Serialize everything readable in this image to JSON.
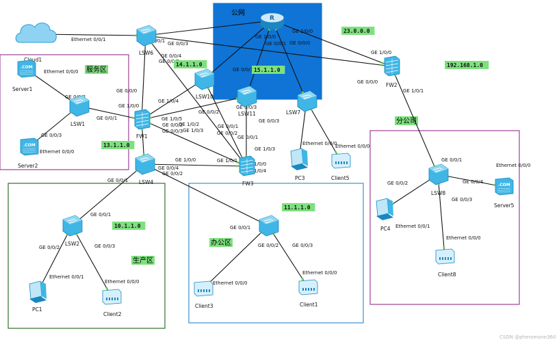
{
  "zones": [
    {
      "id": "internet",
      "label": "公网",
      "fill": "#0f74d6",
      "stroke": "#0f74d6"
    },
    {
      "id": "service",
      "label": "服务区",
      "fill": "none",
      "stroke": "#9c3f97"
    },
    {
      "id": "production",
      "label": "生产区",
      "fill": "none",
      "stroke": "#2f6e2f"
    },
    {
      "id": "office",
      "label": "办公区",
      "fill": "none",
      "stroke": "#3b8fd0"
    },
    {
      "id": "branch",
      "label": "分公司",
      "fill": "none",
      "stroke": "#9c3f97"
    }
  ],
  "subnets": [
    "23.0.0.0",
    "14.1.1.0",
    "15.1.1.0",
    "192.168.1.0",
    "13.1.1.0",
    "10.1.1.0",
    "11.1.1.0"
  ],
  "devices": [
    {
      "id": "cloud1",
      "label": "Cloud1",
      "type": "cloud"
    },
    {
      "id": "lsw6",
      "label": "LSW6",
      "type": "switch"
    },
    {
      "id": "router",
      "label": "",
      "type": "router"
    },
    {
      "id": "fw2",
      "label": "FW2",
      "type": "firewall"
    },
    {
      "id": "server1",
      "label": "Server1",
      "type": "server"
    },
    {
      "id": "lsw1",
      "label": "LSW1",
      "type": "switch"
    },
    {
      "id": "server2",
      "label": "Server2",
      "type": "server"
    },
    {
      "id": "fw1",
      "label": "FW1",
      "type": "firewall"
    },
    {
      "id": "lsw10",
      "label": "LSW10",
      "type": "switch"
    },
    {
      "id": "lsw11",
      "label": "LSW11",
      "type": "switch"
    },
    {
      "id": "lsw7",
      "label": "LSW7",
      "type": "switch"
    },
    {
      "id": "lsw4",
      "label": "LSW4",
      "type": "switch"
    },
    {
      "id": "fw3",
      "label": "FW3",
      "type": "firewall"
    },
    {
      "id": "pc3",
      "label": "PC3",
      "type": "pc"
    },
    {
      "id": "client5",
      "label": "Client5",
      "type": "client"
    },
    {
      "id": "lsw8",
      "label": "LSW8",
      "type": "switch"
    },
    {
      "id": "pc4",
      "label": "PC4",
      "type": "pc"
    },
    {
      "id": "server5",
      "label": "Server5",
      "type": "server"
    },
    {
      "id": "client8",
      "label": "Client8",
      "type": "client"
    },
    {
      "id": "lsw2",
      "label": "LSW2",
      "type": "switch"
    },
    {
      "id": "pc1",
      "label": "PC1",
      "type": "pc"
    },
    {
      "id": "client2",
      "label": "Client2",
      "type": "client"
    },
    {
      "id": "lsw3",
      "label": "",
      "type": "switch"
    },
    {
      "id": "client3",
      "label": "Client3",
      "type": "client"
    },
    {
      "id": "client1",
      "label": "Client1",
      "type": "client"
    }
  ],
  "links": [
    {
      "a": "cloud1",
      "b": "lsw6"
    },
    {
      "a": "lsw6",
      "b": "router"
    },
    {
      "a": "lsw6",
      "b": "fw2"
    },
    {
      "a": "lsw6",
      "b": "fw1"
    },
    {
      "a": "lsw6",
      "b": "fw3"
    },
    {
      "a": "router",
      "b": "fw2"
    },
    {
      "a": "router",
      "b": "lsw10"
    },
    {
      "a": "router",
      "b": "lsw11"
    },
    {
      "a": "router",
      "b": "lsw7"
    },
    {
      "a": "server1",
      "b": "lsw1"
    },
    {
      "a": "lsw1",
      "b": "server2"
    },
    {
      "a": "lsw1",
      "b": "fw1"
    },
    {
      "a": "fw1",
      "b": "lsw10"
    },
    {
      "a": "fw1",
      "b": "lsw11"
    },
    {
      "a": "fw1",
      "b": "fw3"
    },
    {
      "a": "fw1",
      "b": "lsw4"
    },
    {
      "a": "lsw10",
      "b": "fw3"
    },
    {
      "a": "lsw11",
      "b": "fw3"
    },
    {
      "a": "lsw4",
      "b": "fw3"
    },
    {
      "a": "lsw4",
      "b": "lsw2"
    },
    {
      "a": "lsw4",
      "b": "lsw3"
    },
    {
      "a": "lsw7",
      "b": "pc3"
    },
    {
      "a": "lsw7",
      "b": "client5"
    },
    {
      "a": "fw2",
      "b": "lsw8"
    },
    {
      "a": "lsw8",
      "b": "pc4"
    },
    {
      "a": "lsw8",
      "b": "server5"
    },
    {
      "a": "lsw8",
      "b": "client8"
    },
    {
      "a": "lsw2",
      "b": "pc1"
    },
    {
      "a": "lsw2",
      "b": "client2"
    },
    {
      "a": "lsw3",
      "b": "client3"
    },
    {
      "a": "lsw3",
      "b": "client1"
    }
  ],
  "ports": [
    "Ethernet 0/0/1",
    "GE 0/0/1",
    "GE 0/0/3",
    "GE 0/0/4",
    "GE 0/0/2",
    "GE 2/0/0",
    "GE 1/0/0",
    "GE 1/0/0",
    "GE 0/0/1",
    "GE 0/0/0",
    "GE 0/0/1",
    "GE 0/0/0",
    "GE 1/0/1",
    "Ethernet 0/0/0",
    "GE 0/0/2",
    "GE 0/0/1",
    "GE 1/0/0",
    "GE 0/0/3",
    "GE 1/0/4",
    "GE 1/0/5",
    "GE 0/0/2",
    "GE 0/0/3",
    "GE 0/0/0",
    "GE 1/0/2",
    "GE 1/0/3",
    "GE 0/0/2",
    "GE 0/0/3",
    "GE 0/0/1",
    "GE 0/0/3",
    "GE 1/0/3",
    "GE 0/0/1",
    "GE 0/0/2",
    "GE 1/0/1",
    "GE 1/0/0",
    "GE 1/0/4",
    "GE 0/0/4",
    "GE 0/0/2",
    "GE 0/0/1",
    "Ethernet 0/0/0",
    "Ethernet 0/0/0",
    "Ethernet 0/0/0",
    "Ethernet 0/0/0",
    "GE 0/0/1",
    "GE 0/0/2",
    "GE 0/0/4",
    "GE 0/0/3",
    "Ethernet 0/0/1",
    "Ethernet 0/0/0",
    "GE 0/0/1",
    "GE 0/0/2",
    "GE 0/0/3",
    "Ethernet 0/0/1",
    "Ethernet 0/0/0",
    "GE 0/0/1",
    "GE 0/0/2",
    "GE 0/0/3",
    "Ethernet 0/0/0",
    "Ethernet 0/0/0",
    "GE 1/0/0"
  ],
  "watermark": "CSDN @pheromone360",
  "colors": {
    "link": "#111111",
    "port_dot": "#6bd14a",
    "subnet_bg": "#7ee07e",
    "device": "#3fb6e6",
    "device_dark": "#1a87c0"
  }
}
